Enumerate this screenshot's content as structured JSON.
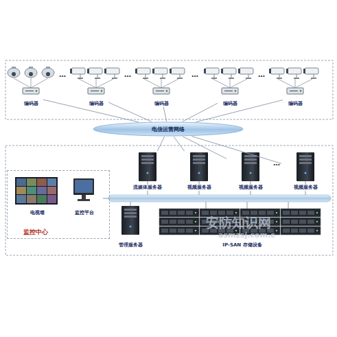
{
  "diagram": {
    "nodes": [
      {
        "text": [
          "编码器"
        ]
      },
      {
        "text": [
          "编码器"
        ]
      },
      {
        "text": [
          "编码器"
        ]
      },
      {
        "text": [
          "编码器"
        ]
      },
      {
        "text": [
          "编码器"
        ]
      },
      {
        "text": [
          "电信运营网络"
        ]
      },
      {
        "text": [
          "监控中心"
        ]
      },
      {
        "text": [
          "电视墙"
        ],
        "in": 6
      },
      {
        "text": [
          "监控平台"
        ],
        "in": 6
      },
      {
        "text": [
          "流媒体服务器"
        ]
      },
      {
        "text": [
          "视频服务器"
        ]
      },
      {
        "text": [
          "视频服务器"
        ]
      },
      {
        "text": [
          "视频服务器"
        ]
      },
      {
        "text": [
          "管理服务器"
        ]
      },
      {
        "text": [
          "IP-SAN 存储设备"
        ]
      }
    ],
    "edges": [
      {
        "from": 0,
        "to": 5,
        "arrow": "none"
      },
      {
        "from": 1,
        "to": 5,
        "arrow": "none"
      },
      {
        "from": 2,
        "to": 5,
        "arrow": "none"
      },
      {
        "from": 3,
        "to": 5,
        "arrow": "none"
      },
      {
        "from": 4,
        "to": 5,
        "arrow": "none"
      },
      {
        "from": 5,
        "to": 9,
        "arrow": "none"
      },
      {
        "from": 5,
        "to": 10,
        "arrow": "none"
      },
      {
        "from": 5,
        "to": 11,
        "arrow": "none"
      },
      {
        "from": 5,
        "to": 12,
        "arrow": "none"
      }
    ],
    "labels": [
      "…",
      "…",
      "…",
      "…",
      "…",
      "安防知识网",
      "asmzsj.com.c"
    ]
  }
}
